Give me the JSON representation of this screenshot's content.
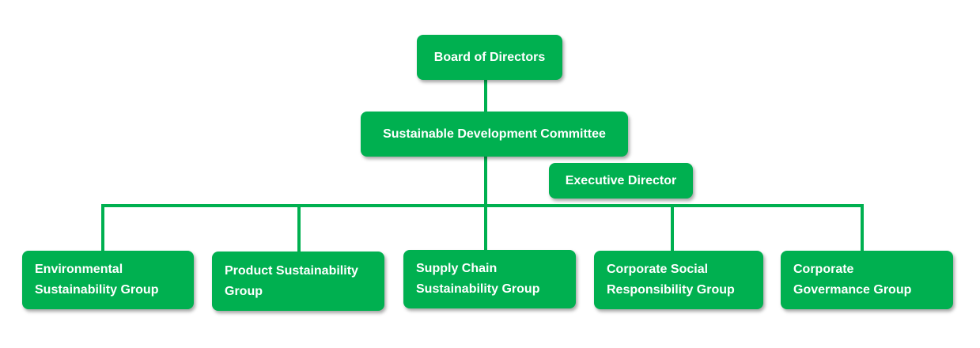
{
  "org_chart": {
    "board": "Board of Directors",
    "committee": "Sustainable Development Committee",
    "executive": "Executive Director",
    "groups": [
      "Environmental\nSustainability Group",
      "Product Sustainability\nGroup",
      "Supply Chain\nSustainability Group",
      "Corporate Social\nResponsibility Group",
      "Corporate\nGovermance Group"
    ]
  },
  "colors": {
    "box_fill": "#00b050",
    "connector": "#00b050",
    "text": "#ffffff"
  }
}
